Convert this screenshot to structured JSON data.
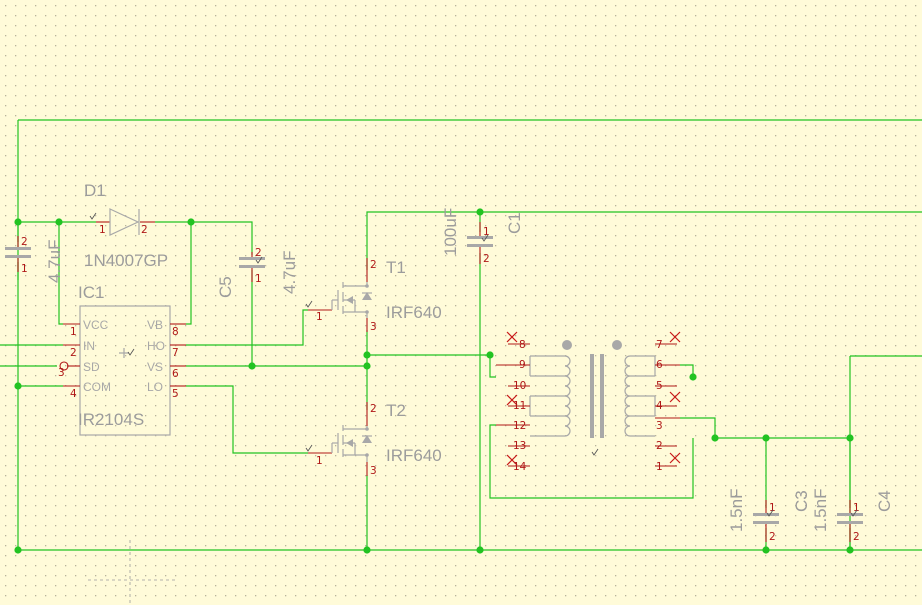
{
  "schematic": {
    "components": {
      "D1": {
        "ref": "D1",
        "value": "1N4007GP",
        "pins": [
          "1",
          "2"
        ]
      },
      "IC1": {
        "ref": "IC1",
        "value": "IR2104S",
        "left_pins": [
          {
            "name": "VCC",
            "num": "1"
          },
          {
            "name": "IN",
            "num": "2"
          },
          {
            "name": "SD",
            "num": "3"
          },
          {
            "name": "COM",
            "num": "4"
          }
        ],
        "right_pins": [
          {
            "name": "VB",
            "num": "8"
          },
          {
            "name": "HO",
            "num": "7"
          },
          {
            "name": "VS",
            "num": "6"
          },
          {
            "name": "LO",
            "num": "5"
          }
        ]
      },
      "C_left": {
        "value": "4.7uF",
        "pins": [
          "2",
          "1"
        ]
      },
      "C5": {
        "ref": "C5",
        "value": "4.7uF",
        "pins": [
          "2",
          "1"
        ]
      },
      "C1": {
        "ref": "C1",
        "value": "100uF",
        "pins": [
          "1",
          "2"
        ]
      },
      "T1": {
        "ref": "T1",
        "value": "IRF640",
        "pins": {
          "drain": "2",
          "gate": "1",
          "source": "3"
        }
      },
      "T2": {
        "ref": "T2",
        "value": "IRF640",
        "pins": {
          "drain": "2",
          "gate": "1",
          "source": "3"
        }
      },
      "TR": {
        "left_pins": [
          "8",
          "9",
          "10",
          "11",
          "12",
          "13",
          "14"
        ],
        "right_pins": [
          "7",
          "6",
          "5",
          "4",
          "3",
          "2",
          "1"
        ]
      },
      "C3": {
        "ref": "C3",
        "value": "1.5nF",
        "pins": [
          "1",
          "2"
        ]
      },
      "C4": {
        "ref": "C4",
        "value": "1.5nF",
        "pins": [
          "1",
          "2"
        ]
      }
    }
  }
}
